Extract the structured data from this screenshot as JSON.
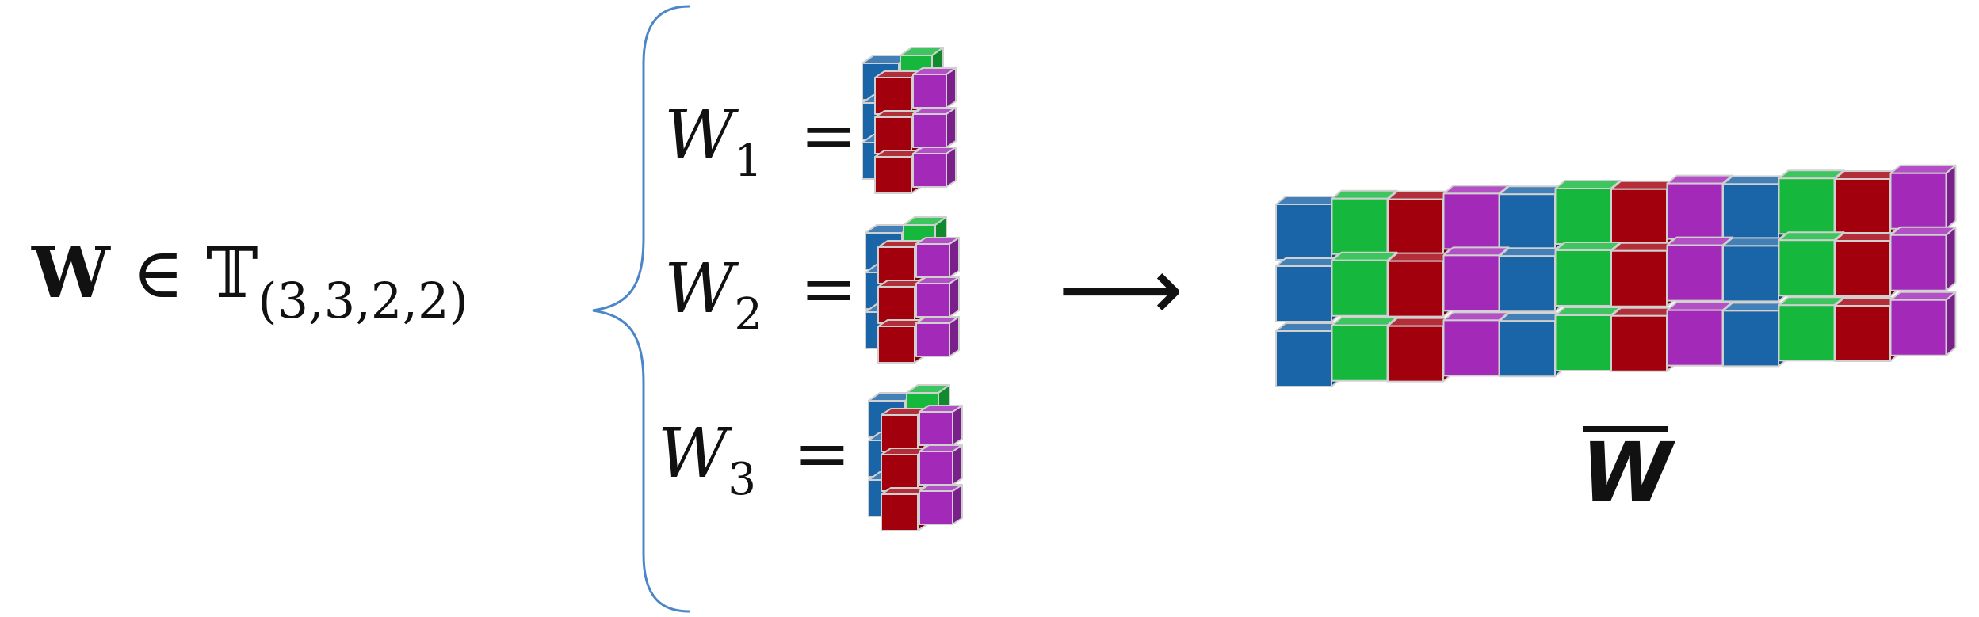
{
  "lhs": {
    "symbol": "W",
    "relation": "∈",
    "space": "𝕋",
    "subscript": "(3,3,2,2)"
  },
  "slices": [
    {
      "label": "W",
      "index": "1",
      "equals": "="
    },
    {
      "label": "W",
      "index": "2",
      "equals": "="
    },
    {
      "label": "W",
      "index": "3",
      "equals": "="
    }
  ],
  "arrow": "⟶",
  "result_label": "W",
  "colors": {
    "blue": "#1a64a8",
    "green": "#15b83c",
    "red": "#a3000d",
    "purple": "#a32ab8",
    "brace": "#4a86c8",
    "cube_edge": "#d0d0d0"
  },
  "result_pattern": [
    "blue",
    "green",
    "red",
    "purple",
    "blue",
    "green",
    "red",
    "purple",
    "blue",
    "green",
    "red",
    "purple"
  ],
  "result_rows": 3
}
